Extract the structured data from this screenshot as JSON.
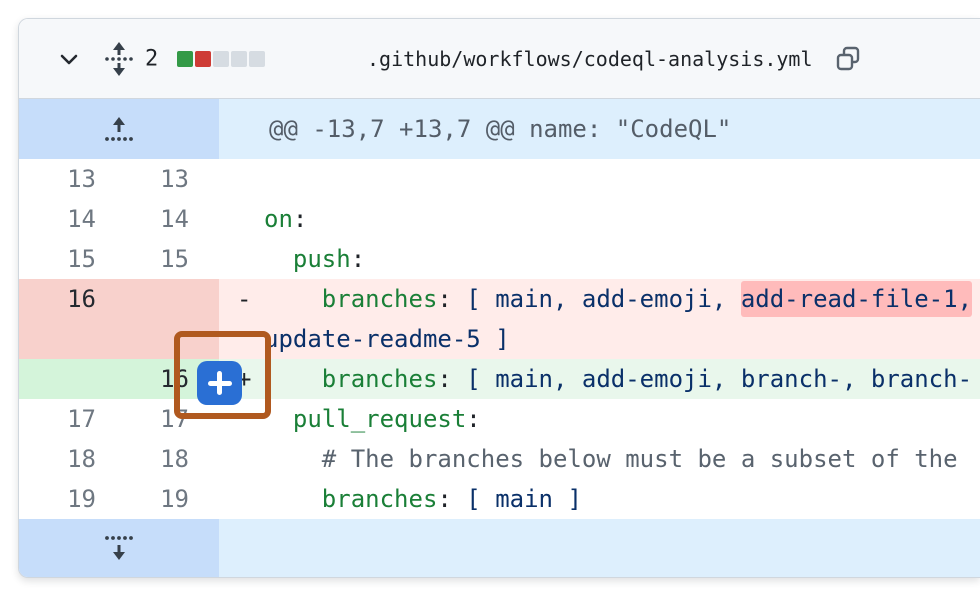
{
  "colors": {
    "annotation_border": "#b0591f",
    "add_comment_button": "#2a6fd4",
    "diffstat_addition": "#349a47",
    "diffstat_deletion": "#ce3c36",
    "diffstat_neutral": "#d6dce2"
  },
  "file_header": {
    "changes_count": "2",
    "diffstat_squares": [
      "addition",
      "deletion",
      "neutral",
      "neutral",
      "neutral"
    ],
    "filename": ".github/workflows/codeql-analysis.yml"
  },
  "hunk_header": {
    "text": "@@ -13,7 +13,7 @@ name: \"CodeQL\""
  },
  "add_comment_button": {
    "icon": "plus-icon"
  },
  "diff": {
    "rows": [
      {
        "type": "context",
        "old": "13",
        "new": "13",
        "marker": "",
        "content": [
          []
        ]
      },
      {
        "type": "context",
        "old": "14",
        "new": "14",
        "marker": "",
        "content": [
          [
            {
              "c": "key",
              "t": "on"
            },
            {
              "c": "plain",
              "t": ":"
            }
          ]
        ]
      },
      {
        "type": "context",
        "old": "15",
        "new": "15",
        "marker": "",
        "content": [
          [
            {
              "c": "plain",
              "t": "  "
            },
            {
              "c": "key",
              "t": "push"
            },
            {
              "c": "plain",
              "t": ":"
            }
          ]
        ]
      },
      {
        "type": "del",
        "old": "16",
        "new": "",
        "marker": "-",
        "content": [
          [
            {
              "c": "plain",
              "t": "    "
            },
            {
              "c": "key",
              "t": "branches"
            },
            {
              "c": "plain",
              "t": ":"
            },
            {
              "c": "val",
              "t": " [ main, add-emoji, "
            },
            {
              "c": "hl",
              "t": "add-read-file-1,"
            }
          ],
          [
            {
              "c": "val",
              "t": "update-readme-5 ]"
            }
          ]
        ]
      },
      {
        "type": "add",
        "old": "",
        "new": "16",
        "marker": "+",
        "content": [
          [
            {
              "c": "plain",
              "t": "    "
            },
            {
              "c": "key",
              "t": "branches"
            },
            {
              "c": "plain",
              "t": ":"
            },
            {
              "c": "val",
              "t": " [ main, add-emoji, branch-, branch-"
            }
          ]
        ]
      },
      {
        "type": "context",
        "old": "17",
        "new": "17",
        "marker": "",
        "content": [
          [
            {
              "c": "plain",
              "t": "  "
            },
            {
              "c": "key",
              "t": "pull_request"
            },
            {
              "c": "plain",
              "t": ":"
            }
          ]
        ]
      },
      {
        "type": "context",
        "old": "18",
        "new": "18",
        "marker": "",
        "content": [
          [
            {
              "c": "plain",
              "t": "    "
            },
            {
              "c": "comment",
              "t": "# The branches below must be a subset of the"
            }
          ]
        ]
      },
      {
        "type": "context",
        "old": "19",
        "new": "19",
        "marker": "",
        "content": [
          [
            {
              "c": "plain",
              "t": "    "
            },
            {
              "c": "key",
              "t": "branches"
            },
            {
              "c": "plain",
              "t": ":"
            },
            {
              "c": "val",
              "t": " [ main ]"
            }
          ]
        ]
      }
    ]
  }
}
